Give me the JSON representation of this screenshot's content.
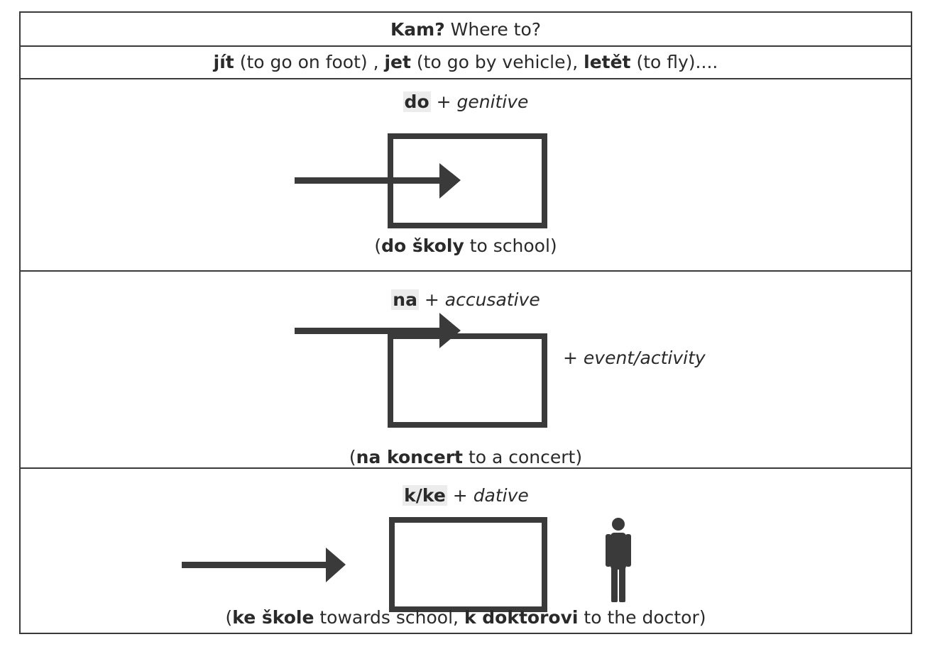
{
  "header": {
    "title_bold": "Kam?",
    "title_rest": " Where to?"
  },
  "verbs": {
    "v1": "jít",
    "v1_gloss": " (to go on foot) , ",
    "v2": "jet",
    "v2_gloss": " (to go by vehicle), ",
    "v3": "letět",
    "v3_gloss": " (to fly)...."
  },
  "sections": [
    {
      "prep": "do",
      "plus": " + ",
      "case": "genitive",
      "example_open": "(",
      "example_bold": "do školy",
      "example_rest": " to school)"
    },
    {
      "prep": "na",
      "plus": " + ",
      "case": "accusative",
      "side_plus": "+ ",
      "side_note": "event/activity",
      "example_open": "(",
      "example_bold": "na koncert",
      "example_rest": " to a concert)"
    },
    {
      "prep": "k/ke",
      "plus": " + ",
      "case": "dative",
      "example_open": "(",
      "example_bold": "ke škole",
      "example_mid": " towards school, ",
      "example_bold2": "k doktorovi",
      "example_rest": " to the doctor)"
    }
  ],
  "colors": {
    "ink": "#3a3a3a",
    "highlight": "#ececec"
  },
  "icons": [
    "arrow-right-icon",
    "box-icon",
    "person-icon"
  ]
}
